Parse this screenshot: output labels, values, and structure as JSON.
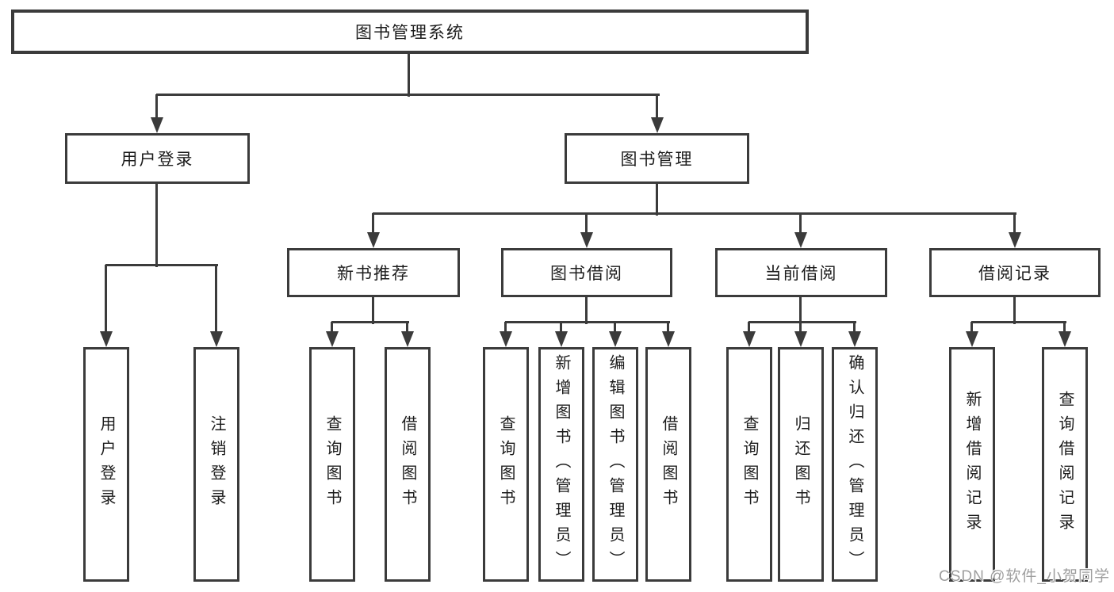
{
  "colors": {
    "line": "#3b3b3b",
    "ink": "#1c1c1c",
    "bg": "#ffffff",
    "watermark": "#9e9e9e"
  },
  "tree": {
    "root": {
      "label": "图书管理系统",
      "children": [
        {
          "label": "用户登录",
          "children": [
            {
              "label": "用户登录"
            },
            {
              "label": "注销登录"
            }
          ]
        },
        {
          "label": "图书管理",
          "children": [
            {
              "label": "新书推荐",
              "children": [
                {
                  "label": "查询图书"
                },
                {
                  "label": "借阅图书"
                }
              ]
            },
            {
              "label": "图书借阅",
              "children": [
                {
                  "label": "查询图书"
                },
                {
                  "label": "新增图书（管理员）"
                },
                {
                  "label": "编辑图书（管理员）"
                },
                {
                  "label": "借阅图书"
                }
              ]
            },
            {
              "label": "当前借阅",
              "children": [
                {
                  "label": "查询图书"
                },
                {
                  "label": "归还图书"
                },
                {
                  "label": "确认归还（管理员）"
                }
              ]
            },
            {
              "label": "借阅记录",
              "children": [
                {
                  "label": "新增借阅记录"
                },
                {
                  "label": "查询借阅记录"
                }
              ]
            }
          ]
        }
      ]
    }
  },
  "watermark": {
    "text": "CSDN @软件_小贺同学"
  }
}
